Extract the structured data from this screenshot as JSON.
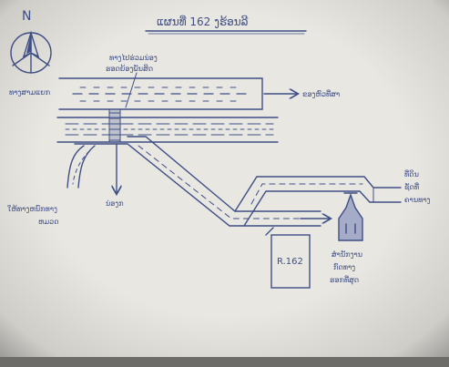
{
  "map": {
    "title": "ແຜນທີ່ 162 ງຮ້ອນລີ",
    "north_label": "N",
    "building_label": "R.162",
    "labels": {
      "west_origin": "ທາງສາມແຍກ",
      "branch_note_line1": "ທາງໄປຮ່ວມນ່ອງ",
      "branch_note_line2": "ຮອດຍ້ອງພັນສິດ",
      "east_upper": "ຂອງຫົວທີ່ສາ",
      "lower_left_line1": "ໃຫ້ທາງຫນົກທາງ",
      "lower_left_line2": "ຫມວດ",
      "down_arrow": "ນ່ອງກ",
      "shrine_line1": "ສຳນັກງານ",
      "shrine_line2": "ກົດທາງ",
      "shrine_line3": "ຮອກທີ່ສຸດ",
      "right_line1": "ທີ່ດິນ",
      "right_line2": "ຊັດທີ່",
      "right_line3": "ຄານທາງ"
    }
  }
}
